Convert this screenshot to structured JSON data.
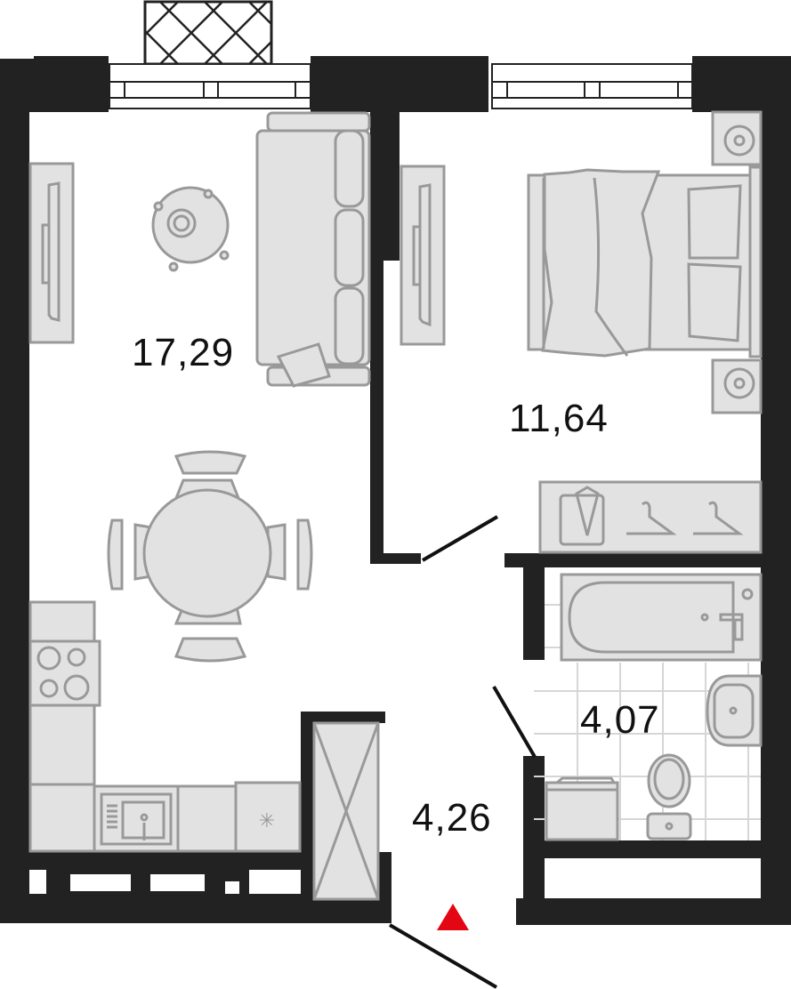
{
  "plan": {
    "type": "apartment-floor-plan",
    "colors": {
      "wall": "#222222",
      "furniture_fill": "#e2e2e2",
      "furniture_stroke": "#999999",
      "tile_grid": "#d6d6d6",
      "entrance_marker": "#e30613",
      "label": "#111111"
    },
    "rooms": [
      {
        "id": "living-kitchen",
        "area": "17,29"
      },
      {
        "id": "bedroom",
        "area": "11,64"
      },
      {
        "id": "bathroom",
        "area": "4,07"
      },
      {
        "id": "hallway",
        "area": "4,26"
      }
    ],
    "furniture": {
      "living_kitchen": [
        "tv-stand",
        "side-table",
        "sofa",
        "cushion",
        "dining-table",
        "chair",
        "chair",
        "chair",
        "chair",
        "cooktop",
        "sink",
        "dishwasher",
        "fridge-column"
      ],
      "bedroom": [
        "tv-stand",
        "double-bed",
        "pillow",
        "pillow",
        "nightstand",
        "nightstand",
        "wardrobe"
      ],
      "bathroom": [
        "bathtub",
        "washbasin",
        "toilet",
        "washing-machine"
      ]
    },
    "balcony": "balcony-grille",
    "entrance_marker": "entrance-triangle"
  }
}
